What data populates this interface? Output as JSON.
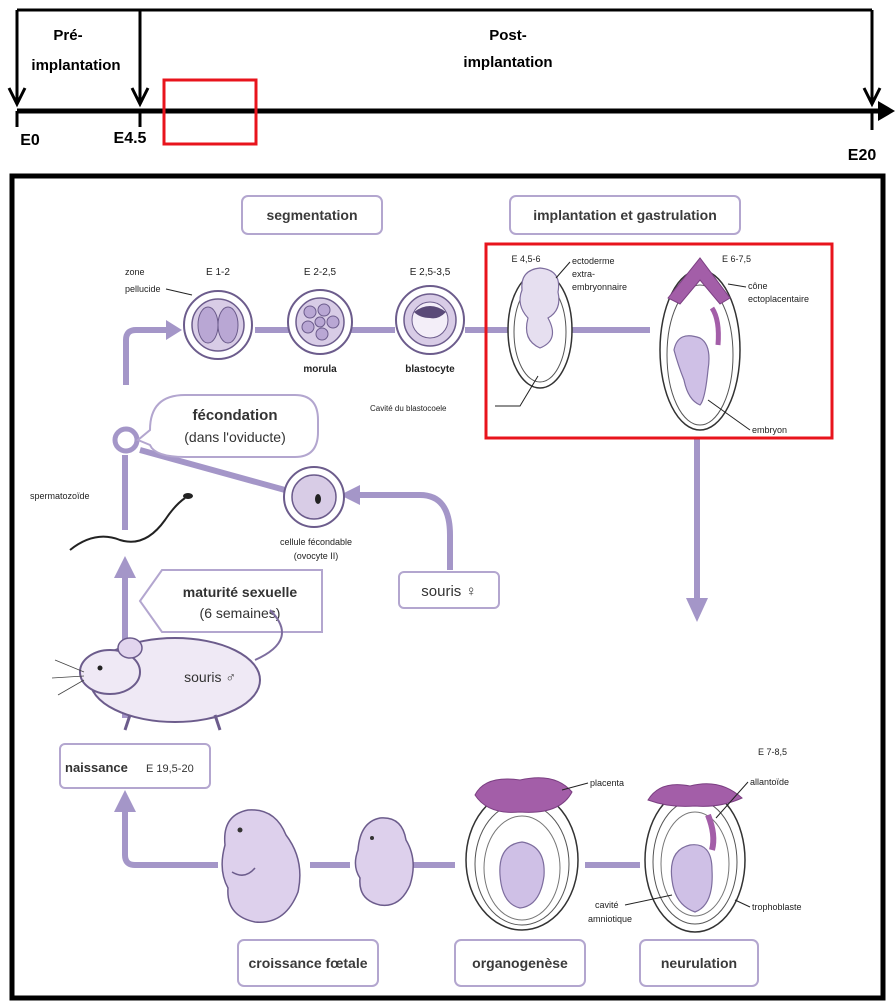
{
  "timeline": {
    "pre_label_line1": "Pré-",
    "pre_label_line2": "implantation",
    "post_label_line1": "Post-",
    "post_label_line2": "implantation",
    "tick_e0": "E0",
    "tick_e45": "E4.5",
    "tick_e20": "E20",
    "highlight_color": "#e8141c"
  },
  "diagram": {
    "stages": {
      "segmentation": "segmentation",
      "implantation": "implantation et gastrulation",
      "croissance": "croissance fœtale",
      "organogenese": "organogenèse",
      "neurulation": "neurulation"
    },
    "fecondation": {
      "line1": "fécondation",
      "line2": "(dans l'oviducte)"
    },
    "maturite": {
      "line1": "maturité sexuelle",
      "line2": "(6 semaines)"
    },
    "souris_f": "souris ♀",
    "souris_m": "souris ♂",
    "naissance": {
      "label": "naissance",
      "age": "E 19,5-20"
    },
    "cells": {
      "zone_pellucide_1": "zone",
      "zone_pellucide_2": "pellucide",
      "e12": "E 1-2",
      "e225": "E 2-2,5",
      "e2535": "E 2,5-3,5",
      "morula": "morula",
      "blastocyte": "blastocyte",
      "spermatozoide": "spermatozoïde",
      "cellule_1": "cellule fécondable",
      "cellule_2": "(ovocyte II)"
    },
    "implantation_labels": {
      "e456": "E 4,5-6",
      "ecto_1": "ectoderme",
      "ecto_2": "extra-",
      "ecto_3": "embryonnaire",
      "e675": "E 6-7,5",
      "cone_1": "cône",
      "cone_2": "ectoplacentaire",
      "cavite": "Cavité du blastocoele",
      "embryon": "embryon"
    },
    "late_labels": {
      "e785": "E 7-8,5",
      "allantoide": "allantoïde",
      "placenta": "placenta",
      "trophoblaste": "trophoblaste",
      "cavite_1": "cavité",
      "cavite_2": "amniotique"
    }
  },
  "colors": {
    "flow_arrow": "#a496c8",
    "stage_border": "#b3a6cf",
    "embryo_lavender": "#cfc0e6",
    "placenta_purple": "#a35ea8",
    "frame": "#000000"
  }
}
